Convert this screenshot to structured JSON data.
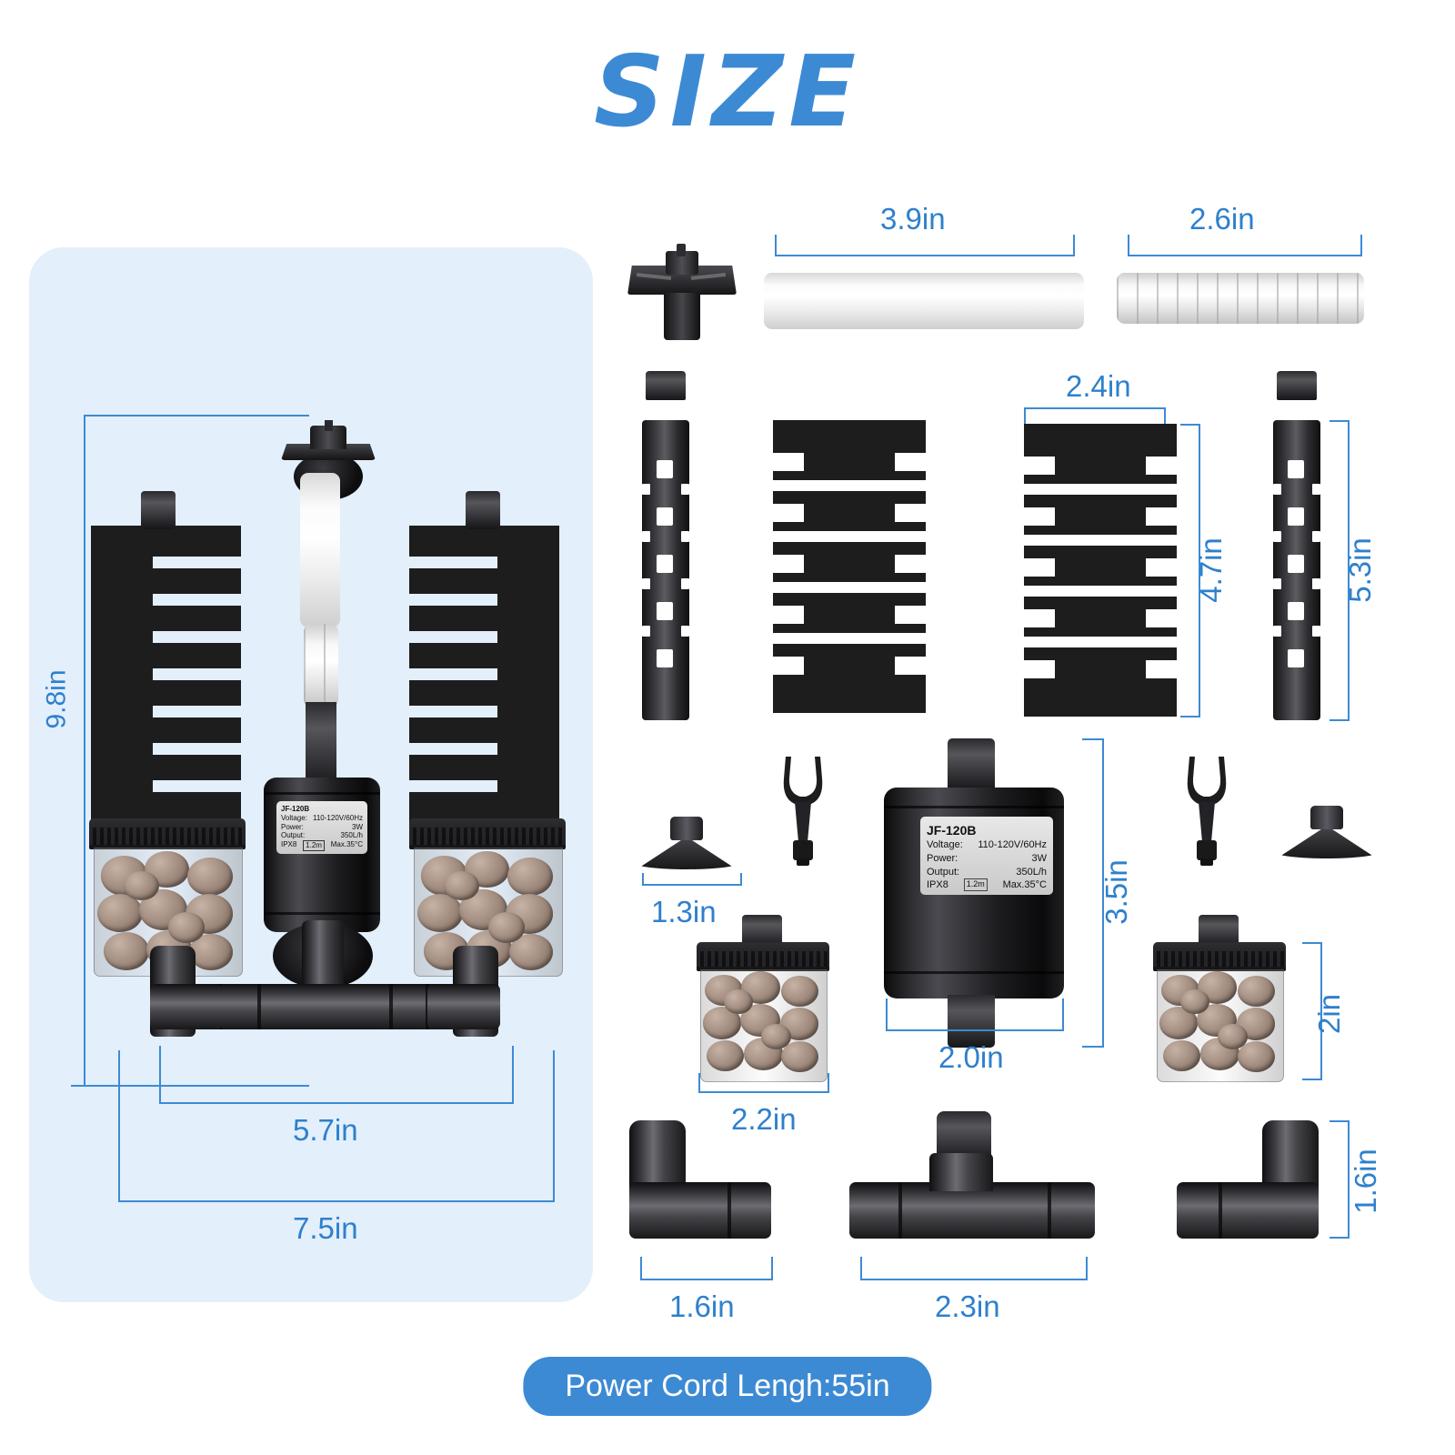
{
  "title": "SIZE",
  "accent_color": "#3d8ad4",
  "panel_color": "#e3effb",
  "banner": {
    "text": "Power Cord Lengh:55in"
  },
  "assembly_panel": {
    "dimensions": {
      "height": "9.8in",
      "inner_width": "5.7in",
      "outer_width": "7.5in"
    }
  },
  "parts": {
    "row1": {
      "tube_clear": {
        "label": "3.9in"
      },
      "tube_ribbed": {
        "label": "2.6in"
      }
    },
    "row2": {
      "sponge": {
        "width_label": "2.4in",
        "height_label": "4.7in"
      },
      "skeleton_tube": {
        "height_label": "5.3in"
      }
    },
    "row3": {
      "suction_cup": {
        "label": "1.3in"
      },
      "media_jar_left": {
        "label": "2.2in"
      },
      "pump": {
        "width_label": "2.0in",
        "height_label": "3.5in"
      },
      "media_jar_right": {
        "label": "2in"
      }
    },
    "row4": {
      "elbow_left": {
        "label": "1.6in"
      },
      "tee": {
        "label": "2.3in"
      },
      "elbow_right": {
        "label": "1.6in"
      }
    }
  },
  "pump_label": {
    "model": "JF-120B",
    "voltage_key": "Voltage:",
    "voltage_value": "110-120V/60Hz",
    "power_key": "Power:",
    "power_value": "3W",
    "output_key": "Output:",
    "output_value": "350L/h",
    "ipx": "IPX8",
    "depth": "1.2m",
    "max_temp": "Max.35°C"
  }
}
